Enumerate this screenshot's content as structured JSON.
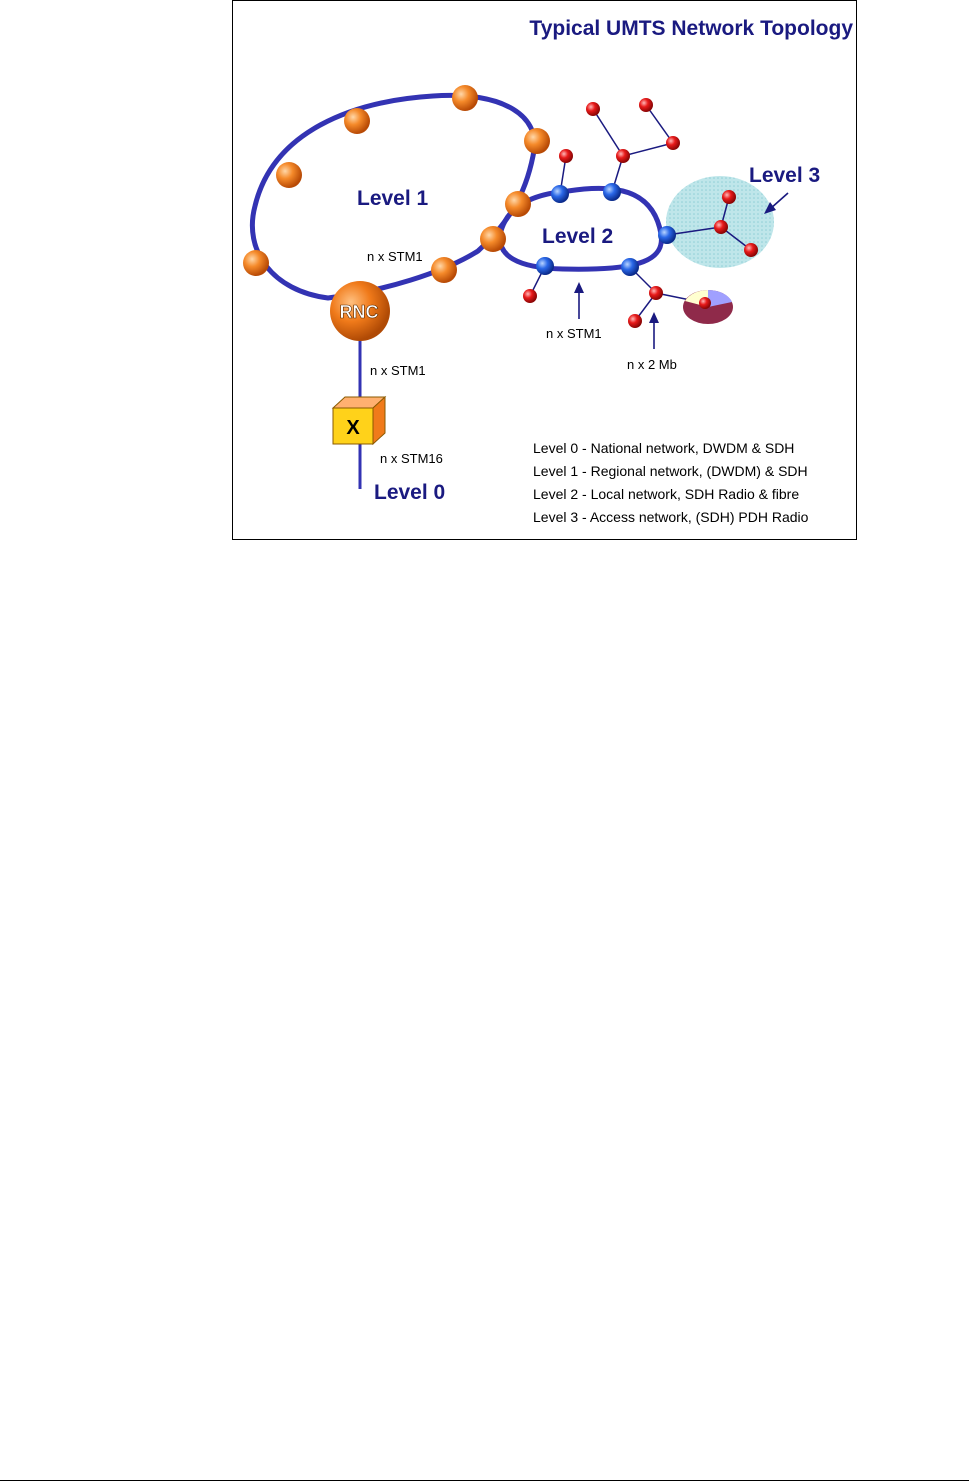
{
  "figure": {
    "title": "Typical UMTS Network Topology",
    "levels": {
      "level1": "Level 1",
      "level2": "Level 2",
      "level3": "Level 3",
      "level0": "Level 0"
    },
    "nodes": {
      "rnc": "RNC",
      "cross_connect": "X"
    },
    "link_labels": {
      "ring1_link": "n x STM1",
      "rnc_down_link": "n x STM1",
      "level0_link": "n x STM16",
      "ring2_link": "n x STM1",
      "access_link": "n x 2 Mb"
    },
    "legend": [
      "Level 0 - National network, DWDM & SDH",
      "Level 1 - Regional network, (DWDM) & SDH",
      "Level 2 - Local network, SDH Radio & fibre",
      "Level 3 - Access network, (SDH) PDH Radio"
    ],
    "colors": {
      "ring_line": "#3333b3",
      "orange_node": "#f07a1a",
      "blue_node": "#1e5adc",
      "red_node": "#e01010",
      "level3_area": "#bfe6ea",
      "title_text": "#1a1a80",
      "cross_connect_face": "#ffd21a"
    }
  }
}
